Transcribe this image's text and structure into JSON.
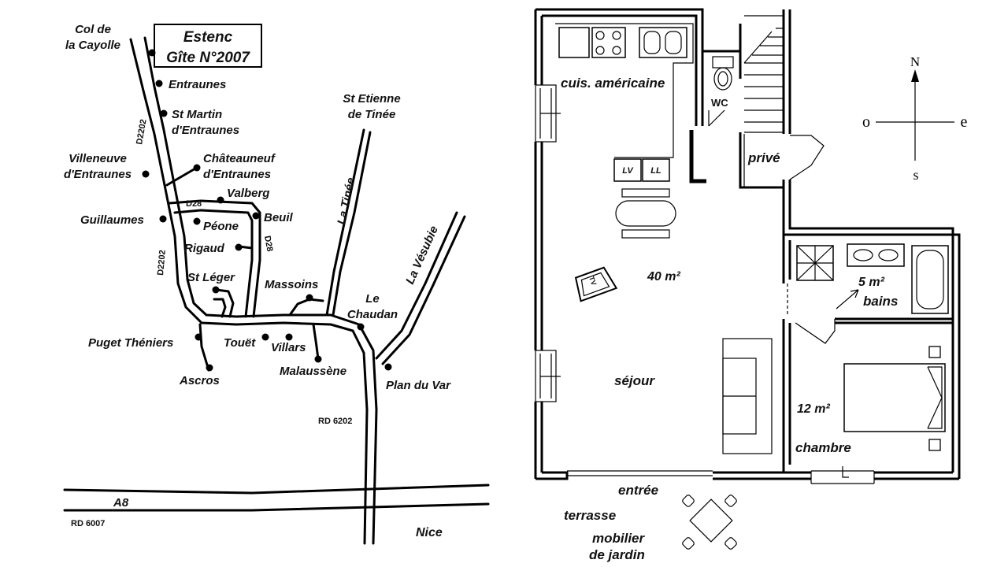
{
  "map": {
    "title_line1": "Estenc",
    "title_line2": "Gîte N°2007",
    "places": {
      "col_cayolle_1": "Col de",
      "col_cayolle_2": "la Cayolle",
      "entraunes": "Entraunes",
      "st_martin_1": "St Martin",
      "st_martin_2": "d'Entraunes",
      "villeneuve_1": "Villeneuve",
      "villeneuve_2": "d'Entraunes",
      "chateauneuf_1": "Châteauneuf",
      "chateauneuf_2": "d'Entraunes",
      "valberg": "Valberg",
      "guillaumes": "Guillaumes",
      "peone": "Péone",
      "beuil": "Beuil",
      "rigaud": "Rigaud",
      "st_leger": "St Léger",
      "massoins": "Massoins",
      "le_chaudan_1": "Le",
      "le_chaudan_2": "Chaudan",
      "puget_theniers": "Puget Théniers",
      "touet": "Touët",
      "villars": "Villars",
      "malaussene": "Malaussène",
      "ascros": "Ascros",
      "plan_du_var": "Plan du Var",
      "nice": "Nice",
      "st_etienne_1": "St Etienne",
      "st_etienne_2": "de Tinée"
    },
    "roads": {
      "d2202_top": "D2202",
      "d2202_bottom": "D2202",
      "d28_left": "D28",
      "d28_right": "D28",
      "la_tinee": "La Tinée",
      "la_vesubie": "La Vésubie",
      "rd6202": "RD 6202",
      "a8": "A8",
      "rd6007": "RD 6007"
    }
  },
  "plan": {
    "cuisine": "cuis. américaine",
    "wc": "WC",
    "prive": "privé",
    "lv": "LV",
    "ll": "LL",
    "tv": "TV",
    "area_sejour": "40 m²",
    "sejour": "séjour",
    "area_bains": "5 m²",
    "bains": "bains",
    "area_chambre": "12 m²",
    "chambre": "chambre",
    "entree": "entrée",
    "terrasse": "terrasse",
    "mobilier_1": "mobilier",
    "mobilier_2": "de jardin",
    "compass": {
      "n": "N",
      "s": "s",
      "o": "o",
      "e": "e"
    }
  }
}
